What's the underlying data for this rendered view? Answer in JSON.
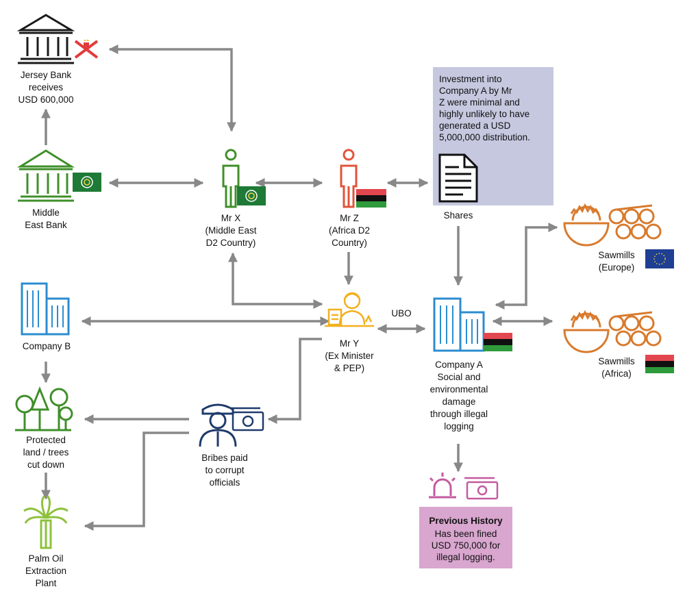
{
  "nodes": {
    "jersey_bank": {
      "label": "Jersey Bank\nreceives\nUSD 600,000"
    },
    "middle_east_bank": {
      "label": "Middle\nEast Bank"
    },
    "mr_x": {
      "label": "Mr X\n(Middle East\nD2 Country)"
    },
    "mr_z": {
      "label": "Mr Z\n(Africa D2\nCountry)"
    },
    "shares": {
      "label": "Shares"
    },
    "mr_y": {
      "label": "Mr Y\n(Ex Minister\n& PEP)"
    },
    "company_b": {
      "label": "Company B"
    },
    "company_a": {
      "label": "Company A\nSocial and\nenvironmental\ndamage\nthrough illegal\nlogging"
    },
    "protected_land": {
      "label": "Protected\nland / trees\ncut down"
    },
    "palm_oil": {
      "label": "Palm Oil\nExtraction\nPlant"
    },
    "bribes": {
      "label": "Bribes paid\nto corrupt\nofficials"
    },
    "sawmills_europe": {
      "label": "Sawmills\n(Europe)"
    },
    "sawmills_africa": {
      "label": "Sawmills\n(Africa)"
    }
  },
  "edge_labels": {
    "ubo": "UBO"
  },
  "note": {
    "text": "Investment into\nCompany A by Mr\nZ were minimal and\nhighly unlikely to have\ngenerated a USD\n5,000,000 distribution."
  },
  "history": {
    "title": "Previous History",
    "text": "Has been fined\nUSD 750,000 for\nillegal logging."
  },
  "colors": {
    "arrow": "#888888",
    "bank_black": "#1a1a1a",
    "bank_green": "#3f8f2a",
    "mr_x_green": "#3f8f2a",
    "mr_z_red": "#e2533a",
    "mr_y_gold": "#f2b01e",
    "building_blue": "#2b8ccf",
    "trees_green": "#3f8f2a",
    "palm_lime": "#8ec13c",
    "officer_navy": "#1f3a6b",
    "sawmill_orange": "#d87a2c",
    "history_pink": "#c35a9e",
    "note_bg": "#c5c8df",
    "history_bg": "#d8a6cf"
  }
}
